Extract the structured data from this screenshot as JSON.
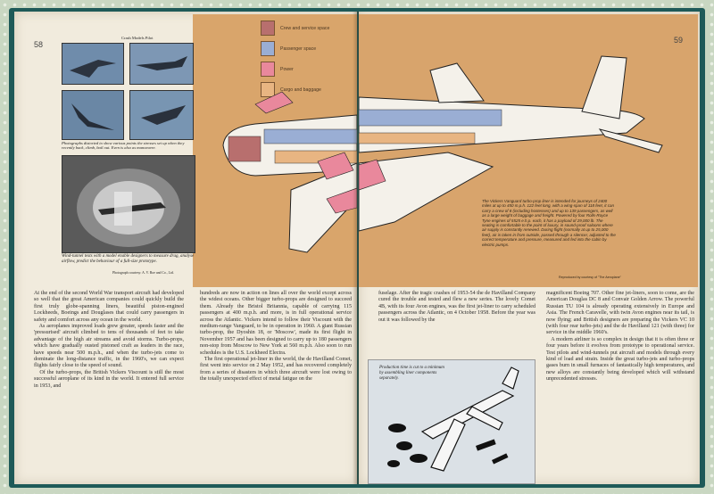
{
  "pages": {
    "left_number": "58",
    "right_number": "59"
  },
  "photos": {
    "top_title": "Crash Models Pilot",
    "top_caption": "Photographs distorted to show various points the stresses set up when they recently back, climb, bail out. Even is also as manoeuvre.",
    "wind_caption": "Wind-tunnel tests with a model enable designers to measure drag, analyse airflow, predict the behaviour of a full-size prototype.",
    "wind_credit": "Photograph courtesy: A. V. Roe and Co., Ltd."
  },
  "legend": {
    "items": [
      {
        "label": "Crew and service space",
        "color": "#b86f6e"
      },
      {
        "label": "Passenger space",
        "color": "#9aaed4"
      },
      {
        "label": "Power",
        "color": "#e9889c"
      },
      {
        "label": "Cargo and baggage",
        "color": "#e8b582"
      }
    ]
  },
  "cutaway": {
    "caption": "The Vickers Vanguard turbo-prop liner is intended for journeys of 2400 miles at up to 450 m.p.h. 122 feet long, with a wing-span of 118 feet, it can carry a crew of 8 (including hostesses) and up to 139 passengers, as well as a large weight of baggage and freight. Powered by four Rolls-Royce Tyne engines of 5525 e.h.p. each, it has a payload of 29,000 lb. The seating is comfortable to the point of luxury, in sound-proof saloons where air supply is constantly renewed. During flight (normally at up to 25,000 feet), air is taken in from outside, passed through a silencer, adjusted to the correct temperature and pressure, measured and fed into the cabin by electric pumps.",
    "credit": "Reproduced by courtesy of \"The Aeroplane\""
  },
  "exploded": {
    "caption": "Production time is cut to a minimum by assembling liner components separately."
  },
  "columns": {
    "c1": "At the end of the second World War transport aircraft had developed so well that the great American companies could quickly build the first truly globe-spanning liners, beautiful piston-engined Lockheeds, Boeings and Douglases that could carry passengers in safety and comfort across any ocean in the world.\n   As aeroplanes improved loads grew greater, speeds faster and the 'pressurised' aircraft climbed to tens of thousands of feet to take advantage of the high air streams and avoid storms. Turbo-props, which have gradually ousted pistoned craft as leaders in the race, have speeds near 500 m.p.h., and when the turbo-jets come to dominate the long-distance traffic, in the 1960's, we can expect flights fairly close to the speed of sound.\n   Of the turbo-props, the British Vickers Viscount is still the most successful aeroplane of its kind in the world. It entered full service in 1953, and",
    "c2": "hundreds are now in action on lines all over the world except across the widest oceans. Other bigger turbo-props are designed to succeed them. Already the Bristol Britannia, capable of carrying 115 passengers at 400 m.p.h. and more, is in full operational service across the Atlantic. Vickers intend to follow their Viscount with the medium-range Vanguard, to be in operation in 1960. A giant Russian turbo-prop, the Dyoshin 18, or 'Moscow', made its first flight in November 1957 and has been designed to carry up to 180 passengers non-stop from Moscow to New York at 560 m.p.h. Also soon to run schedules is the U.S. Lockheed Electra.\n   The first operational jet-liner in the world, the de Havilland Comet, first went into service on 2 May 1952, and has recovered completely from a series of disasters in which three aircraft were lost owing to the totally unexpected effect of metal fatigue on the",
    "c3": "fuselage. After the tragic crashes of 1953-54 the de Havilland Company cured the trouble and tested and flew a new series. The lovely Comet 4B, with its four Avon engines, was the first jet-liner to carry scheduled passengers across the Atlantic, on 4 October 1958. Before the year was out it was followed by the",
    "c4": "magnificent Boeing 707. Other fine jet-liners, soon to come, are the American Douglas DC 8 and Convair Golden Arrow. The powerful Russian TU 104 is already operating extensively in Europe and Asia. The French Caravelle, with twin Avon engines near its tail, is now flying; and British designers are preparing the Vickers VC 10 (with four rear turbo-jets) and the de Havilland 121 (with three) for service in the middle 1960's.\n   A modern airliner is so complex in design that it is often three or four years before it evolves from prototype to operational service. Test pilots and wind-tunnels put aircraft and models through every kind of load and strain. Inside the great turbo-jets and turbo-props gases burn in small furnaces of fantastically high temperatures, and new alloys are constantly being developed which will withstand unprecedented stresses."
  }
}
